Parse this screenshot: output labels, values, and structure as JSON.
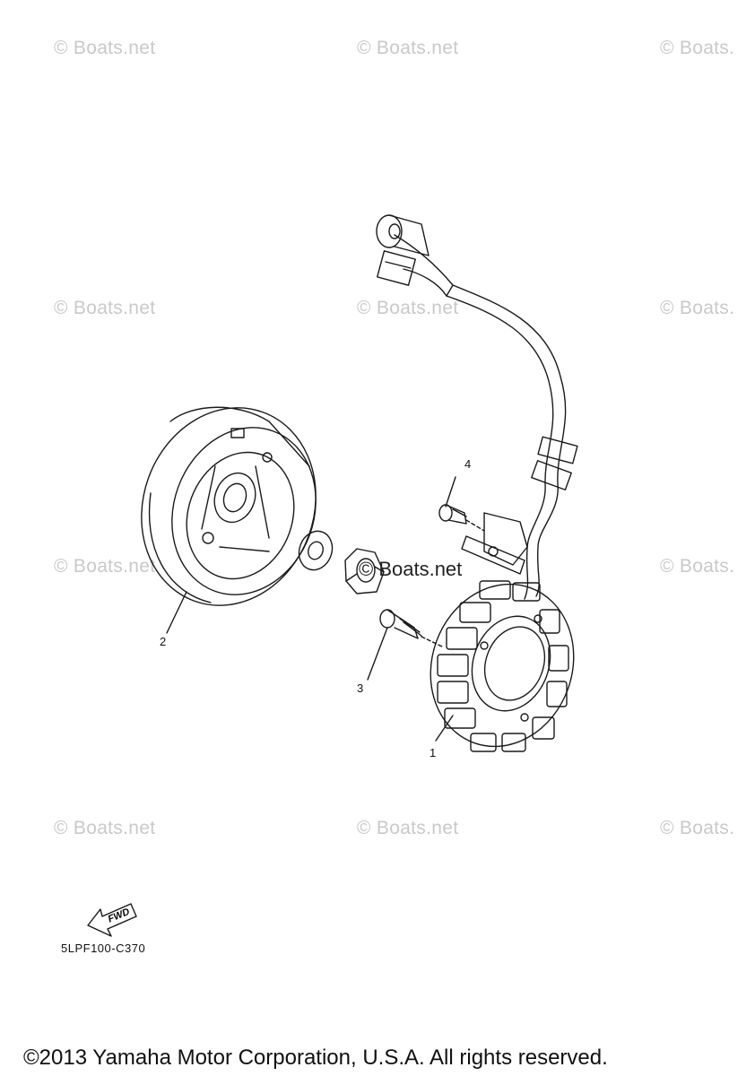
{
  "watermark": {
    "text": "© Boats.net",
    "text_cut": "© Boats."
  },
  "center_mark": "© Boats.net",
  "callouts": [
    {
      "id": "1",
      "label": "1"
    },
    {
      "id": "2",
      "label": "2"
    },
    {
      "id": "3",
      "label": "3"
    },
    {
      "id": "4",
      "label": "4"
    }
  ],
  "fwd": {
    "label": "FWD"
  },
  "diagram_code": "5LPF100-C370",
  "copyright": "©2013 Yamaha Motor Corporation, U.S.A. All rights reserved.",
  "colors": {
    "line": "#1a1a1a",
    "watermark": "#c9c9c9"
  }
}
